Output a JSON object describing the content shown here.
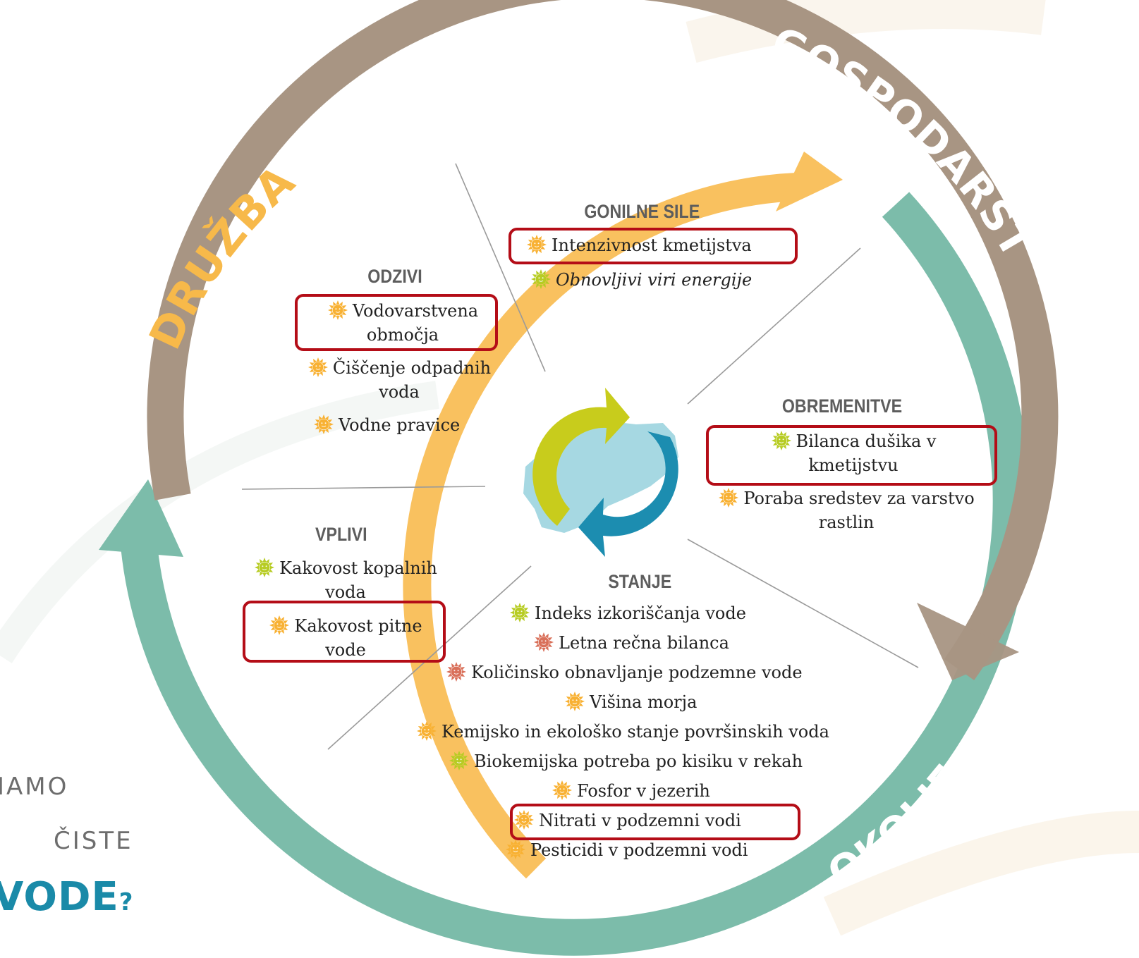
{
  "ring_labels": {
    "druzba": "DRUŽBA",
    "gospodarstvo": "GOSPODARSTVO",
    "okolje": "OKOLJE"
  },
  "colors": {
    "orange_ring": "#f9c15f",
    "brown_ring": "#a89583",
    "teal_ring": "#7cbcaa",
    "highlight_border": "#b40d17",
    "sun_orange": "#f8b133",
    "sun_green": "#b7cc24",
    "sun_red": "#d9705a"
  },
  "sections": {
    "gonilne_sile": {
      "title": "GONILNE SILE",
      "items": [
        {
          "text": "Intenzivnost kmetijstva",
          "sun": "orange-sun-icon",
          "highlight": true
        },
        {
          "text": "Obnovljivi viri energije",
          "sun": "green-sun-icon",
          "highlight": false
        }
      ]
    },
    "odzivi": {
      "title": "ODZIVI",
      "items": [
        {
          "line1": "Vodovarstvena",
          "line2": "območja",
          "sun": "orange-sun-icon",
          "highlight": true
        },
        {
          "line1": "Čiščenje odpadnih",
          "line2": "voda",
          "sun": "orange-sun-icon",
          "highlight": false
        },
        {
          "text": "Vodne pravice",
          "sun": "orange-sun-icon",
          "highlight": false
        }
      ]
    },
    "obremenitve": {
      "title": "OBREMENITVE",
      "items": [
        {
          "line1": "Bilanca dušika v",
          "line2": "kmetijstvu",
          "sun": "green-sun-icon",
          "highlight": true
        },
        {
          "line1": "Poraba sredstev za varstvo",
          "line2": "rastlin",
          "sun": "orange-sun-icon",
          "highlight": false
        }
      ]
    },
    "vplivi": {
      "title": "VPLIVI",
      "items": [
        {
          "line1": "Kakovost kopalnih",
          "line2": "voda",
          "sun": "green-sun-icon",
          "highlight": false
        },
        {
          "line1": "Kakovost pitne",
          "line2": "vode",
          "sun": "orange-sun-icon",
          "highlight": true
        }
      ]
    },
    "stanje": {
      "title": "STANJE",
      "items": [
        {
          "text": "Indeks izkoriščanja vode",
          "sun": "green-sun-icon",
          "highlight": false
        },
        {
          "text": "Letna rečna bilanca",
          "sun": "red-sun-icon",
          "highlight": false
        },
        {
          "text": "Količinsko obnavljanje podzemne vode",
          "sun": "red-sun-icon",
          "highlight": false
        },
        {
          "text": "Višina morja",
          "sun": "orange-sun-icon",
          "highlight": false
        },
        {
          "text": "Kemijsko in ekološko stanje površinskih voda",
          "sun": "orange-sun-icon",
          "highlight": false
        },
        {
          "text": "Biokemijska potreba po kisiku v rekah",
          "sun": "green-sun-icon",
          "highlight": false
        },
        {
          "text": "Fosfor v jezerih",
          "sun": "orange-sun-icon",
          "highlight": false
        },
        {
          "text": "Nitrati v podzemni vodi",
          "sun": "orange-sun-icon",
          "highlight": true
        },
        {
          "text": "Pesticidi v podzemni vodi",
          "sun": "orange-sun-icon",
          "highlight": false
        }
      ]
    }
  },
  "tagline": {
    "line1": "IAMO",
    "line2": "ČISTE",
    "line3": "VODE",
    "mark": "?"
  }
}
